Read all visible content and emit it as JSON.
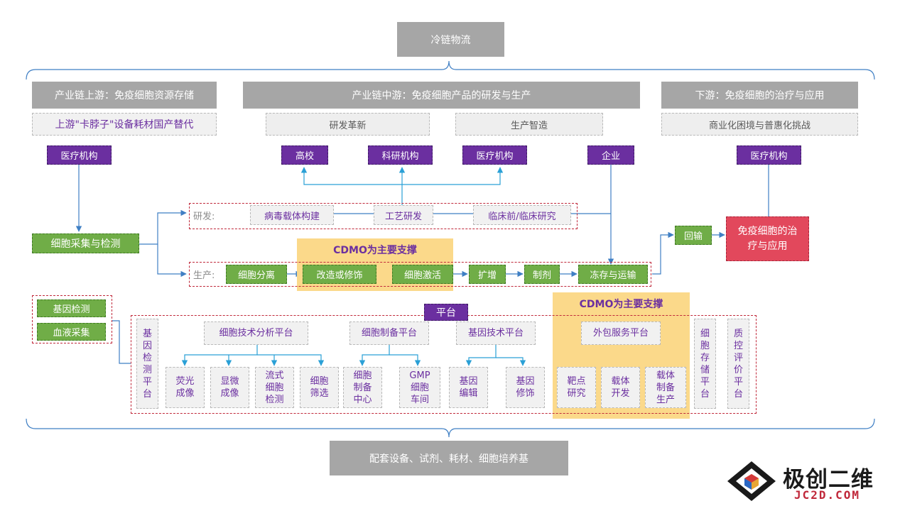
{
  "top_box": "冷链物流",
  "bottom_box": "配套设备、试剂、耗材、细胞培养基",
  "upstream": {
    "header": "产业链上游：免疫细胞资源存储",
    "sub": "上游\"卡脖子\"设备耗材国产替代",
    "institution": "医疗机构",
    "collect": "细胞采集与检测"
  },
  "midstream": {
    "header": "产业链中游：免疫细胞产品的研发与生产",
    "sub_rd": "研发革新",
    "sub_mfg": "生产智造",
    "orgs": [
      "高校",
      "科研机构",
      "医疗机构",
      "企业"
    ]
  },
  "downstream": {
    "header": "下游：免疫细胞的治疗与应用",
    "sub": "商业化困境与普惠化挑战",
    "institution": "医疗机构",
    "reinfusion": "回输",
    "therapy": "免疫细胞的治疗与应用"
  },
  "rd_row": {
    "label": "研发:",
    "steps": [
      "病毒载体构建",
      "工艺研发",
      "临床前/临床研究"
    ]
  },
  "production_row": {
    "label": "生产:",
    "cdmo": "CDMO为主要支撑",
    "steps": [
      "细胞分离",
      "改造或修饰",
      "细胞激活",
      "扩增",
      "制剂",
      "冻存与运输"
    ]
  },
  "left_side": {
    "items": [
      "基因检测",
      "血液采集"
    ]
  },
  "platform": {
    "title": "平台",
    "cdmo": "CDMO为主要支撑",
    "gene_test_platform": "基因检测平台",
    "cell_analysis": {
      "name": "细胞技术分析平台",
      "children": [
        "荧光成像",
        "显微成像",
        "流式细胞检测",
        "细胞筛选"
      ]
    },
    "cell_prep": {
      "name": "细胞制备平台",
      "children": [
        "细胞制备中心",
        "GMP细胞车间"
      ]
    },
    "gene_tech": {
      "name": "基因技术平台",
      "children": [
        "基因编辑",
        "基因修饰"
      ]
    },
    "outsourcing": {
      "name": "外包服务平台",
      "children": [
        "靶点研究",
        "载体开发",
        "载体制备生产"
      ]
    },
    "cell_storage": "细胞存储平台",
    "qc_eval": "质控评价平台"
  },
  "logo": {
    "text": "极创二维",
    "domain": "JC2D.COM"
  }
}
